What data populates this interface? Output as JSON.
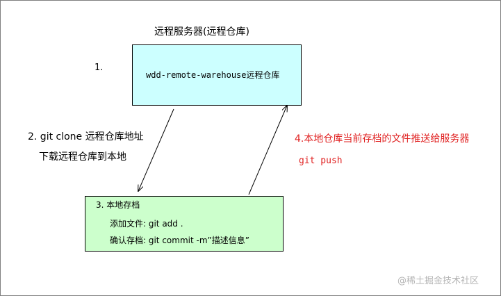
{
  "remote": {
    "title": "远程服务器(远程仓库)",
    "step_number": "1.",
    "box_label": "wdd-remote-warehouse远程仓库"
  },
  "clone": {
    "label": "2.  git clone 远程仓库地址",
    "sublabel": "下载远程仓库到本地"
  },
  "push": {
    "label": "4.本地仓库当前存档的文件推送给服务器",
    "command": "git push"
  },
  "local": {
    "title": "3.  本地存档",
    "line1": "添加文件: git add .",
    "line2": "确认存档: git commit -m”描述信息”"
  },
  "watermark": "@稀土掘金技术社区",
  "colors": {
    "remote_box": "#ccffff",
    "local_box": "#ccffcc",
    "push_text": "#e02020",
    "border": "#7f7f7f"
  }
}
